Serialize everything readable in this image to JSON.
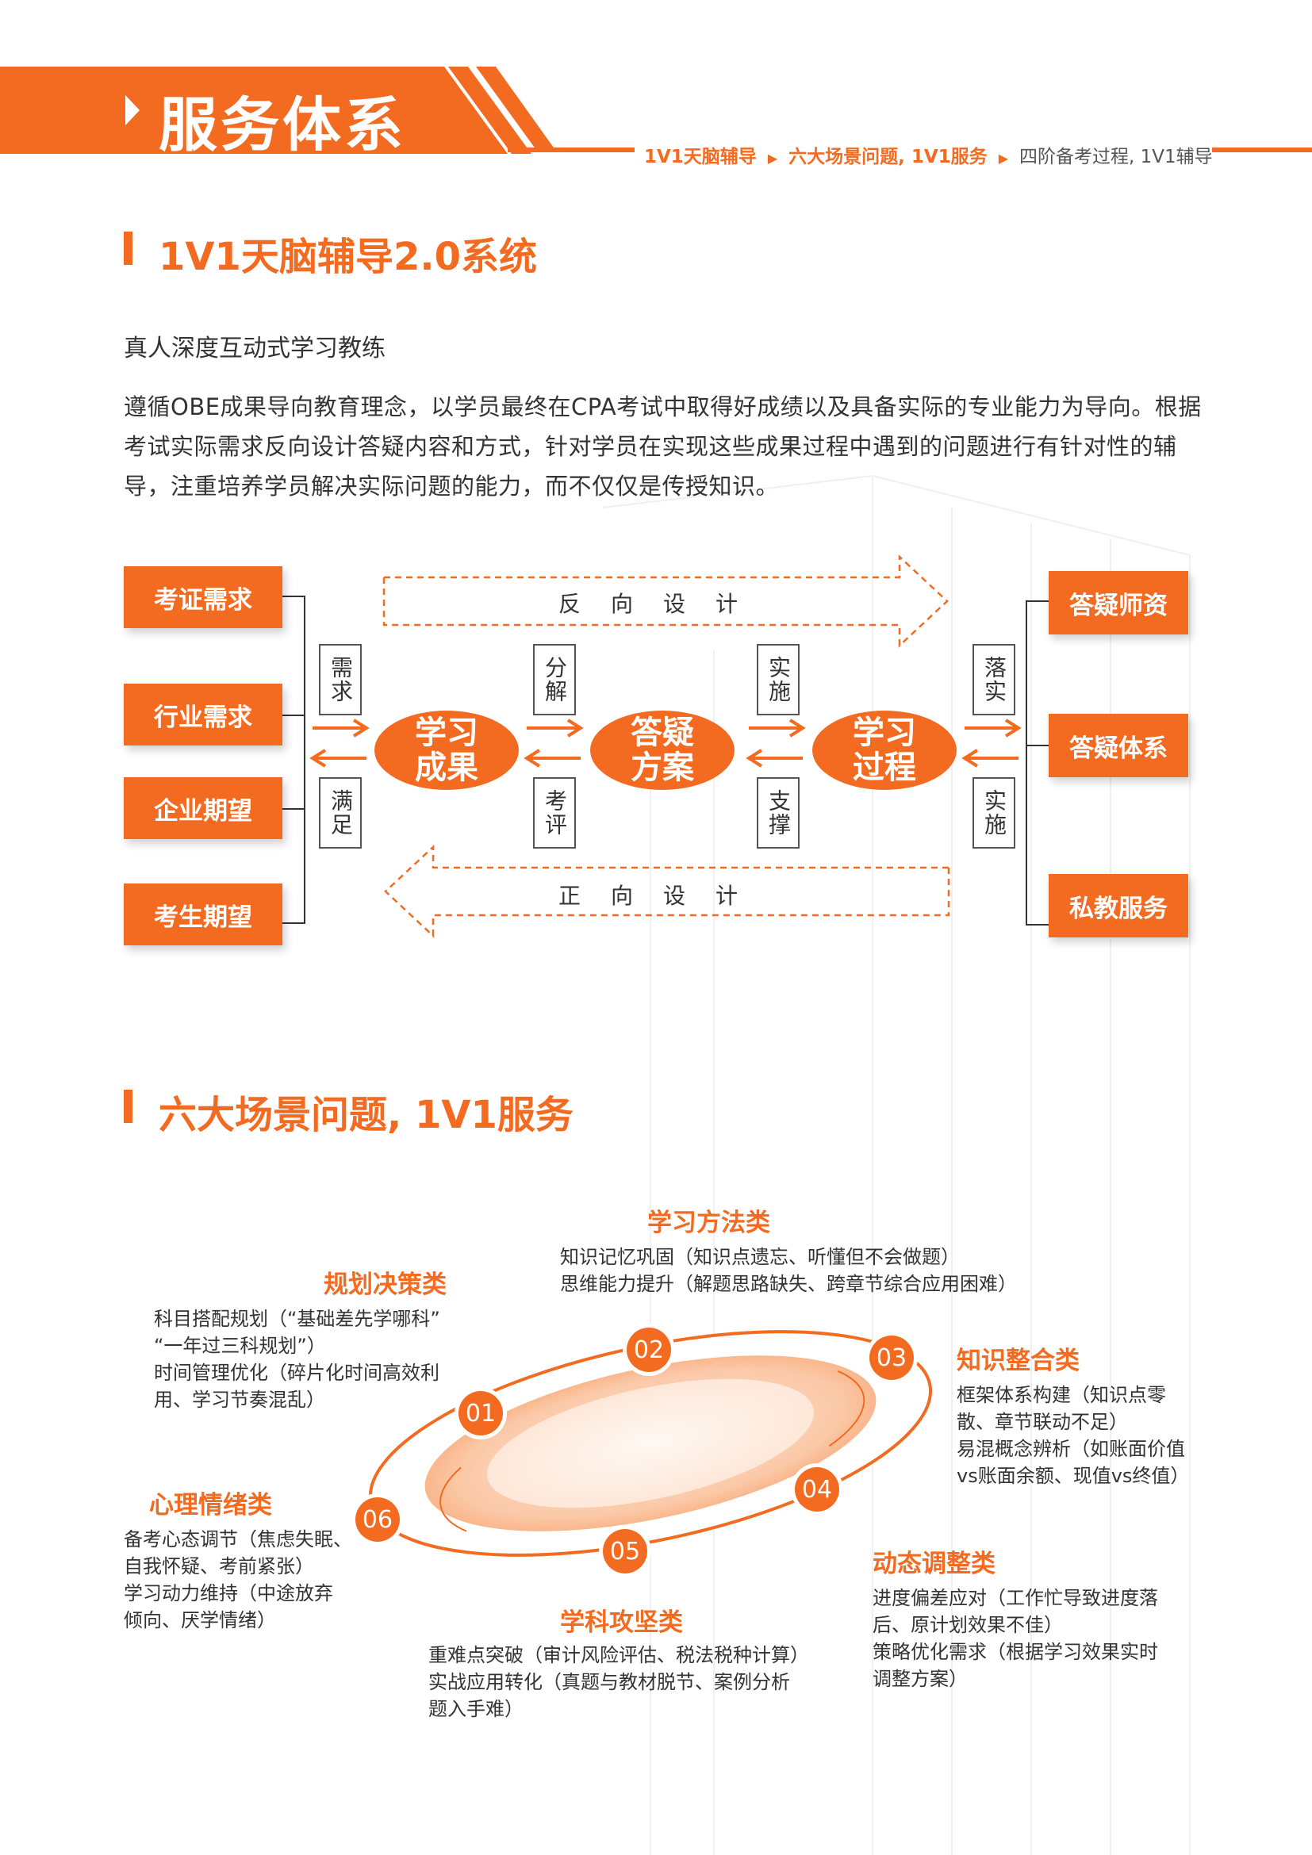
{
  "header": {
    "title": "服务体系",
    "breadcrumbs": [
      "1V1天脑辅导",
      "六大场景问题, 1V1服务",
      "四阶备考过程, 1V1辅导"
    ],
    "accent_color": "#f26b21"
  },
  "section1": {
    "title": "1V1天脑辅导2.0系统",
    "subtitle": "真人深度互动式学习教练",
    "intro": "遵循OBE成果导向教育理念，以学员最终在CPA考试中取得好成绩以及具备实际的专业能力为导向。根据考试实际需求反向设计答疑内容和方式，针对学员在实现这些成果过程中遇到的问题进行有针对性的辅导，注重培养学员解决实际问题的能力，而不仅仅是传授知识。",
    "diagram": {
      "left_boxes": [
        "考证需求",
        "行业需求",
        "企业期望",
        "考生期望"
      ],
      "right_boxes": [
        "答疑师资",
        "答疑体系",
        "私教服务"
      ],
      "ovals": [
        "学习成果",
        "答疑方案",
        "学习过程"
      ],
      "top_labels": [
        "需求",
        "分解",
        "实施",
        "落实"
      ],
      "bottom_labels": [
        "满足",
        "考评",
        "支撑",
        "实施"
      ],
      "reverse_design": "反向设计",
      "forward_design": "正向设计"
    }
  },
  "section2": {
    "title": "六大场景问题, 1V1服务",
    "categories": [
      {
        "num": "01",
        "title": "规划决策类",
        "lines": [
          "科目搭配规划（“基础差先学哪科”",
          "“一年过三科规划”）",
          "时间管理优化（碎片化时间高效利",
          "用、学习节奏混乱）"
        ]
      },
      {
        "num": "02",
        "title": "学习方法类",
        "lines": [
          "知识记忆巩固（知识点遗忘、听懂但不会做题）",
          "思维能力提升（解题思路缺失、跨章节综合应用困难）"
        ]
      },
      {
        "num": "03",
        "title": "知识整合类",
        "lines": [
          "框架体系构建（知识点零",
          "散、章节联动不足）",
          "易混概念辨析（如账面价值",
          "vs账面余额、现值vs终值）"
        ]
      },
      {
        "num": "04",
        "title": "动态调整类",
        "lines": [
          "进度偏差应对（工作忙导致进度落",
          "后、原计划效果不佳）",
          "策略优化需求（根据学习效果实时",
          "调整方案）"
        ]
      },
      {
        "num": "05",
        "title": "学科攻坚类",
        "lines": [
          "重难点突破（审计风险评估、税法税种计算）",
          "实战应用转化（真题与教材脱节、案例分析",
          "题入手难）"
        ]
      },
      {
        "num": "06",
        "title": "心理情绪类",
        "lines": [
          "备考心态调节（焦虑失眠、",
          "自我怀疑、考前紧张）",
          "学习动力维持（中途放弃",
          "倾向、厌学情绪）"
        ]
      }
    ]
  }
}
